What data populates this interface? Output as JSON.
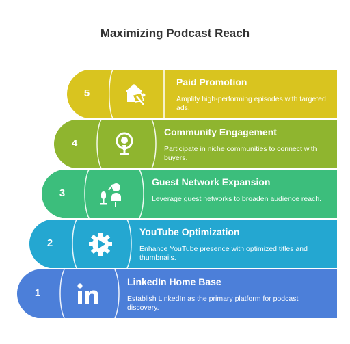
{
  "title": "Maximizing Podcast Reach",
  "colors": {
    "step5": "#d9c41f",
    "step4": "#8fb52f",
    "step3": "#3cbe7c",
    "step2": "#24a7d1",
    "step1": "#4c7fd9"
  },
  "steps": [
    {
      "number": "5",
      "title": "Paid Promotion",
      "description": "Amplify high-performing episodes with targeted ads.",
      "icon": "megaphone-icon"
    },
    {
      "number": "4",
      "title": "Community Engagement",
      "description": "Participate in niche communities to connect with buyers.",
      "icon": "podcast-microphone-icon"
    },
    {
      "number": "3",
      "title": "Guest Network Expansion",
      "description": "Leverage guest networks to broaden audience reach.",
      "icon": "guest-microphone-icon"
    },
    {
      "number": "2",
      "title": "YouTube Optimization",
      "description": "Enhance YouTube presence with optimized titles and thumbnails.",
      "icon": "play-gear-icon"
    },
    {
      "number": "1",
      "title": "LinkedIn Home Base",
      "description": "Establish LinkedIn as the primary platform for podcast discovery.",
      "icon": "linkedin-icon"
    }
  ]
}
